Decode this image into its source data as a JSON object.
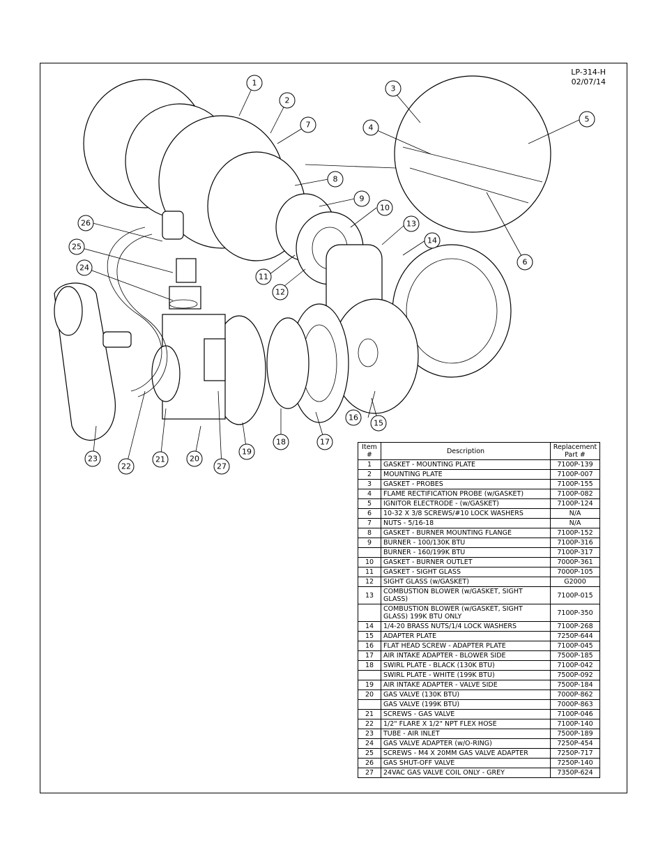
{
  "document": {
    "code": "LP-314-H",
    "date": "02/07/14"
  },
  "table": {
    "headers": {
      "item": "Item #",
      "description": "Description",
      "part": "Replacement Part #"
    },
    "rows": [
      {
        "item": "1",
        "description": "GASKET - MOUNTING PLATE",
        "part": "7100P-139"
      },
      {
        "item": "2",
        "description": "MOUNTING PLATE",
        "part": "7100P-007"
      },
      {
        "item": "3",
        "description": "GASKET - PROBES",
        "part": "7100P-155"
      },
      {
        "item": "4",
        "description": "FLAME RECTIFICATION PROBE (w/GASKET)",
        "part": "7100P-082"
      },
      {
        "item": "5",
        "description": "IGNITOR ELECTRODE - (w/GASKET)",
        "part": "7100P-124"
      },
      {
        "item": "6",
        "description": "10-32 X 3/8 SCREWS/#10 LOCK WASHERS",
        "part": "N/A"
      },
      {
        "item": "7",
        "description": "NUTS - 5/16-18",
        "part": "N/A"
      },
      {
        "item": "8",
        "description": "GASKET - BURNER MOUNTING FLANGE",
        "part": "7100P-152"
      },
      {
        "item": "9",
        "description": "BURNER - 100/130K BTU",
        "part": "7100P-316"
      },
      {
        "item": "",
        "description": "BURNER - 160/199K BTU",
        "part": "7100P-317"
      },
      {
        "item": "10",
        "description": "GASKET - BURNER OUTLET",
        "part": "7000P-361"
      },
      {
        "item": "11",
        "description": "GASKET - SIGHT GLASS",
        "part": "7000P-105"
      },
      {
        "item": "12",
        "description": "SIGHT GLASS (w/GASKET)",
        "part": "G2000"
      },
      {
        "item": "13",
        "description": "COMBUSTION BLOWER (w/GASKET, SIGHT GLASS)",
        "part": "7100P-015"
      },
      {
        "item": "",
        "description": "COMBUSTION BLOWER (w/GASKET, SIGHT GLASS) 199K BTU ONLY",
        "part": "7100P-350"
      },
      {
        "item": "14",
        "description": "1/4-20 BRASS NUTS/1/4 LOCK WASHERS",
        "part": "7100P-268"
      },
      {
        "item": "15",
        "description": "ADAPTER PLATE",
        "part": "7250P-644"
      },
      {
        "item": "16",
        "description": "FLAT HEAD SCREW - ADAPTER PLATE",
        "part": "7100P-045"
      },
      {
        "item": "17",
        "description": "AIR INTAKE ADAPTER - BLOWER SIDE",
        "part": "7500P-185"
      },
      {
        "item": "18",
        "description": "SWIRL PLATE - BLACK (130K BTU)",
        "part": "7100P-042"
      },
      {
        "item": "",
        "description": "SWIRL PLATE - WHITE (199K BTU)",
        "part": "7500P-092"
      },
      {
        "item": "19",
        "description": "AIR INTAKE ADAPTER - VALVE SIDE",
        "part": "7500P-184"
      },
      {
        "item": "20",
        "description": "GAS VALVE (130K BTU)",
        "part": "7000P-862"
      },
      {
        "item": "",
        "description": "GAS VALVE (199K BTU)",
        "part": "7000P-863"
      },
      {
        "item": "21",
        "description": "SCREWS - GAS VALVE",
        "part": "7100P-046"
      },
      {
        "item": "22",
        "description": "1/2\" FLARE X 1/2\" NPT FLEX HOSE",
        "part": "7100P-140"
      },
      {
        "item": "23",
        "description": "TUBE - AIR INLET",
        "part": "7500P-189"
      },
      {
        "item": "24",
        "description": "GAS VALVE ADAPTER (w/O-RING)",
        "part": "7250P-454"
      },
      {
        "item": "25",
        "description": "SCREWS - M4 X 20MM GAS VALVE ADAPTER",
        "part": "7250P-717"
      },
      {
        "item": "26",
        "description": "GAS SHUT-OFF VALVE",
        "part": "7250P-140"
      },
      {
        "item": "27",
        "description": "24VAC GAS VALVE COIL ONLY - GREY",
        "part": "7350P-624"
      }
    ]
  },
  "callouts": [
    "1",
    "2",
    "3",
    "4",
    "5",
    "6",
    "7",
    "8",
    "9",
    "10",
    "11",
    "12",
    "13",
    "14",
    "15",
    "16",
    "17",
    "18",
    "19",
    "20",
    "21",
    "22",
    "23",
    "24",
    "25",
    "26",
    "27"
  ]
}
